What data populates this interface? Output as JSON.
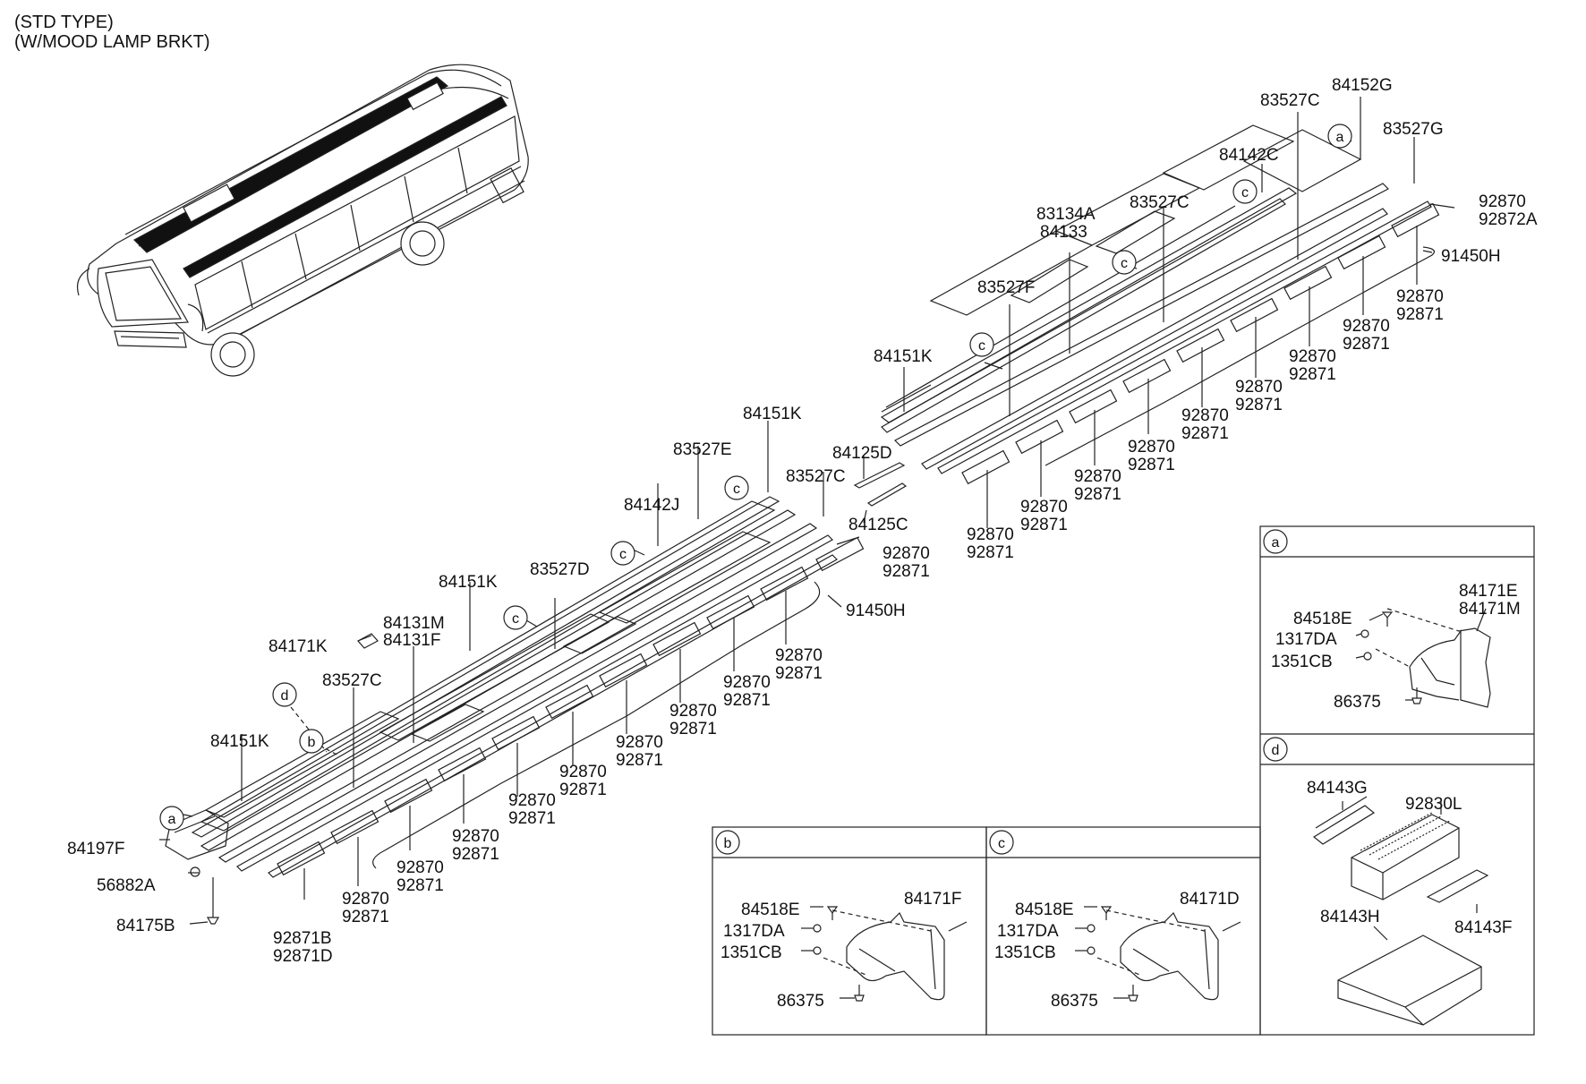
{
  "header": {
    "line1": "(STD TYPE)",
    "line2": "(W/MOOD LAMP BRKT)"
  },
  "colors": {
    "line": "#222222",
    "background": "#ffffff"
  },
  "main_diagram": {
    "front_section_labels": {
      "p84151K_front": "84151K",
      "p83527E": "83527E",
      "p84125D": "84125D",
      "p83527C_mid": "83527C",
      "p84125C": "84125C",
      "p84142J": "84142J",
      "p92870_a": "92870",
      "p92871_a": "92871",
      "p84151K_mid": "84151K",
      "p83527D": "83527D",
      "p91450H_front": "91450H",
      "p84131M": "84131M",
      "p84131F": "84131F",
      "p84171K": "84171K",
      "p83527C_left": "83527C",
      "p84151K_left": "84151K",
      "p84197F": "84197F",
      "p56882A": "56882A",
      "p84175B": "84175B",
      "p92871B": "92871B",
      "p92871D": "92871D"
    },
    "rear_section_labels": {
      "p84152G": "84152G",
      "p83527C_top": "83527C",
      "p83527G": "83527G",
      "p84142C": "84142C",
      "p92870_top": "92870",
      "p92872A": "92872A",
      "p83134A": "83134A",
      "p84133": "84133",
      "p83527C_r2": "83527C",
      "p91450H_rear": "91450H",
      "p83527F": "83527F",
      "p84151K_rear": "84151K"
    },
    "lamp_pair_labels": {
      "top": "92870",
      "bottom": "92871"
    },
    "callouts": {
      "a": "a",
      "b": "b",
      "c": "c",
      "d": "d"
    }
  },
  "detail_a": {
    "title": "a",
    "labels": {
      "p84171E": "84171E",
      "p84171M": "84171M",
      "p84518E": "84518E",
      "p1317DA": "1317DA",
      "p1351CB": "1351CB",
      "p86375": "86375"
    }
  },
  "detail_b": {
    "title": "b",
    "labels": {
      "p84518E": "84518E",
      "p84171F": "84171F",
      "p1317DA": "1317DA",
      "p1351CB": "1351CB",
      "p86375": "86375"
    }
  },
  "detail_c": {
    "title": "c",
    "labels": {
      "p84518E": "84518E",
      "p84171D": "84171D",
      "p1317DA": "1317DA",
      "p1351CB": "1351CB",
      "p86375": "86375"
    }
  },
  "detail_d": {
    "title": "d",
    "labels": {
      "p84143G": "84143G",
      "p92830L": "92830L",
      "p84143H": "84143H",
      "p84143F": "84143F"
    }
  }
}
